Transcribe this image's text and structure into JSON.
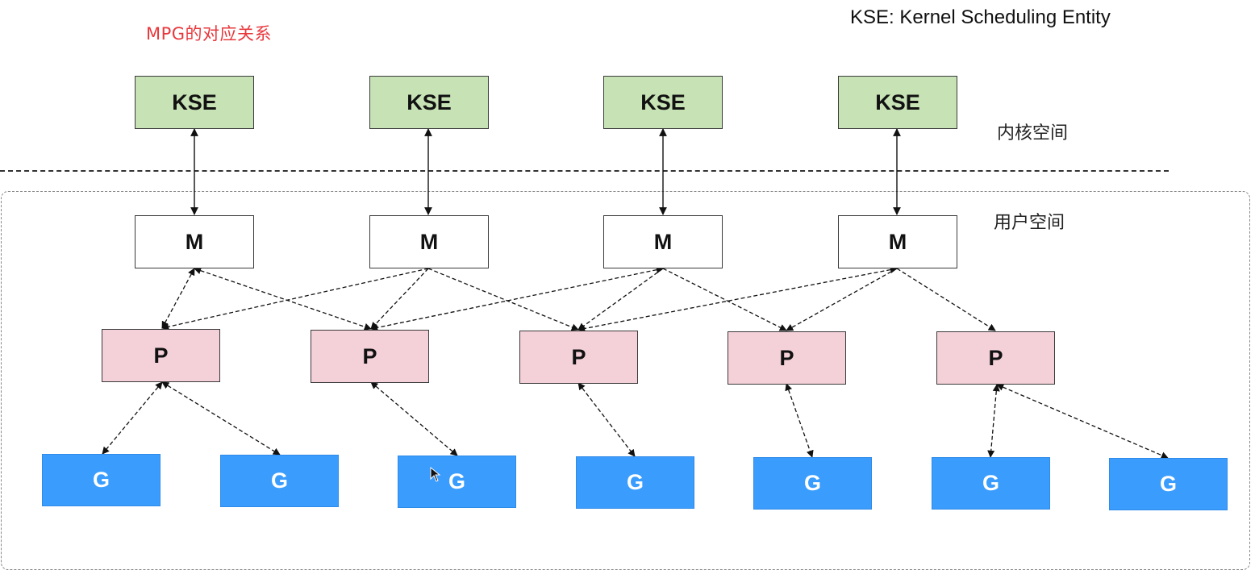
{
  "title": "MPG的对应关系",
  "legend": "KSE: Kernel Scheduling Entity",
  "zones": {
    "kernel": "内核空间",
    "user": "用户空间"
  },
  "nodes": {
    "kse": [
      "KSE",
      "KSE",
      "KSE",
      "KSE"
    ],
    "m": [
      "M",
      "M",
      "M",
      "M"
    ],
    "p": [
      "P",
      "P",
      "P",
      "P",
      "P"
    ],
    "g": [
      "G",
      "G",
      "G",
      "G",
      "G",
      "G",
      "G"
    ]
  },
  "colors": {
    "kse_fill": "#c7e2b5",
    "p_fill": "#f4d0d9",
    "g_fill": "#3a9cfd",
    "title_red": "#e8383d"
  }
}
